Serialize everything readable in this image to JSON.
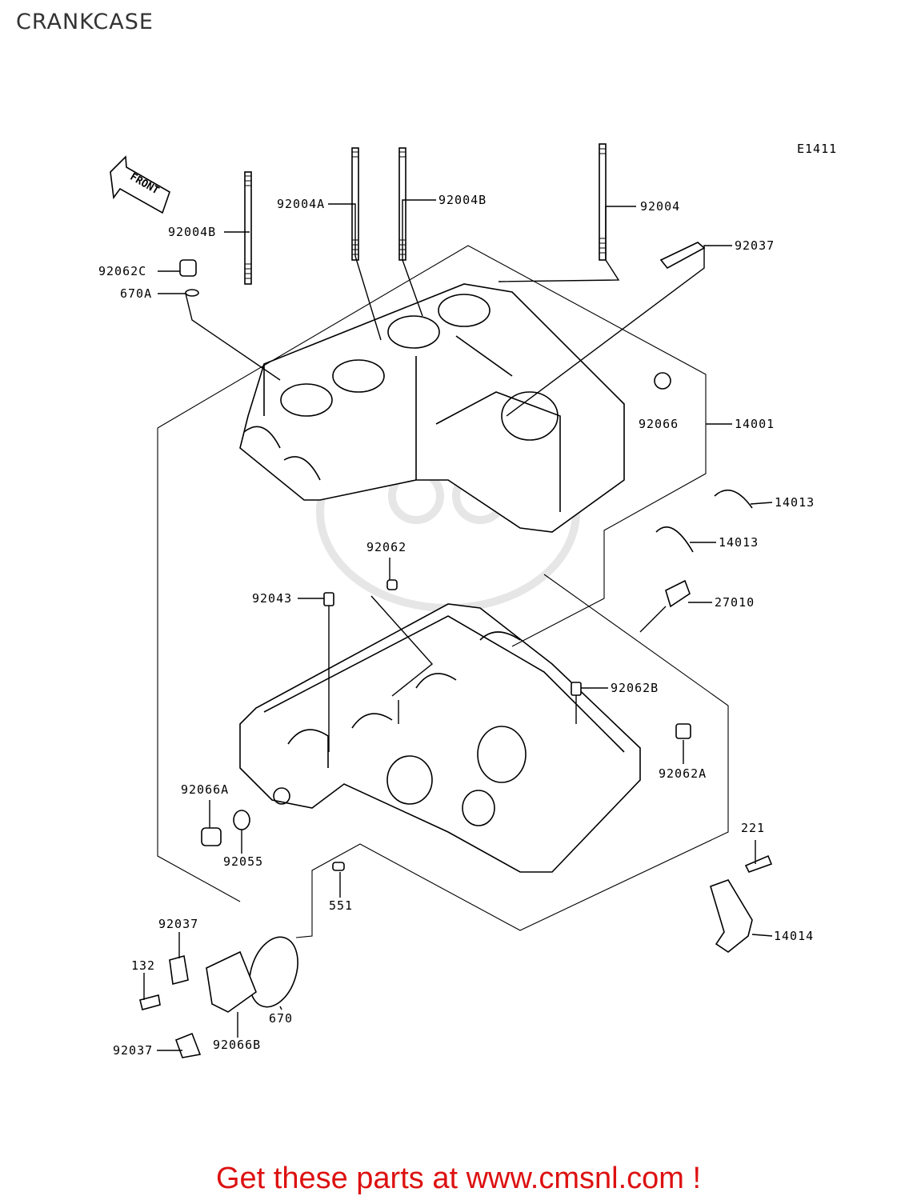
{
  "title": "CRANKCASE",
  "diagram_code": "E1411",
  "front_label": "FRONT",
  "banner": "Get these parts at www.cmsnl.com !",
  "colors": {
    "banner": "#dd1111",
    "text": "#000000",
    "title": "#333333",
    "watermark": "#e6e6e6"
  },
  "labels": {
    "p92004B_a": "92004B",
    "p92004A": "92004A",
    "p92004B_b": "92004B",
    "p92004": "92004",
    "p92037_top": "92037",
    "p92062C": "92062C",
    "p670A": "670A",
    "p92066": "92066",
    "p14001": "14001",
    "p14013_a": "14013",
    "p14013_b": "14013",
    "p92062": "92062",
    "p92043": "92043",
    "p27010": "27010",
    "p92062B": "92062B",
    "p92062A": "92062A",
    "p92066A": "92066A",
    "p92055": "92055",
    "p221": "221",
    "p551": "551",
    "p14014": "14014",
    "p92037_b": "92037",
    "p132": "132",
    "p670": "670",
    "p92037_c": "92037",
    "p92066B": "92066B"
  }
}
